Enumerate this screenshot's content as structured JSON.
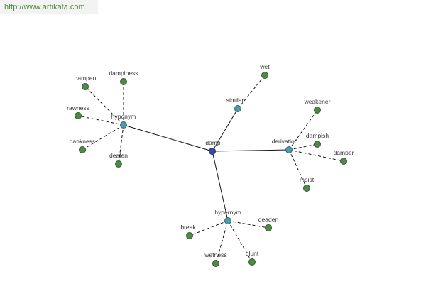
{
  "banner": {
    "url": "http://www.artikata.com"
  },
  "graph": {
    "root": "damp",
    "relations": [
      {
        "label": "hyponym",
        "leaves": [
          "dampen",
          "dampiness",
          "rawness",
          "dankness",
          "deafen"
        ]
      },
      {
        "label": "similar",
        "leaves": [
          "wet"
        ]
      },
      {
        "label": "derivation",
        "leaves": [
          "weakener",
          "dampish",
          "damper",
          "moist"
        ]
      },
      {
        "label": "hypernym",
        "leaves": [
          "break",
          "wetness",
          "blunt",
          "deaden"
        ]
      }
    ]
  },
  "colors": {
    "root": "#3b4aa0",
    "relation": "#4f9aa6",
    "leaf": "#4e8a45",
    "banner_text": "#4d8a3a"
  }
}
